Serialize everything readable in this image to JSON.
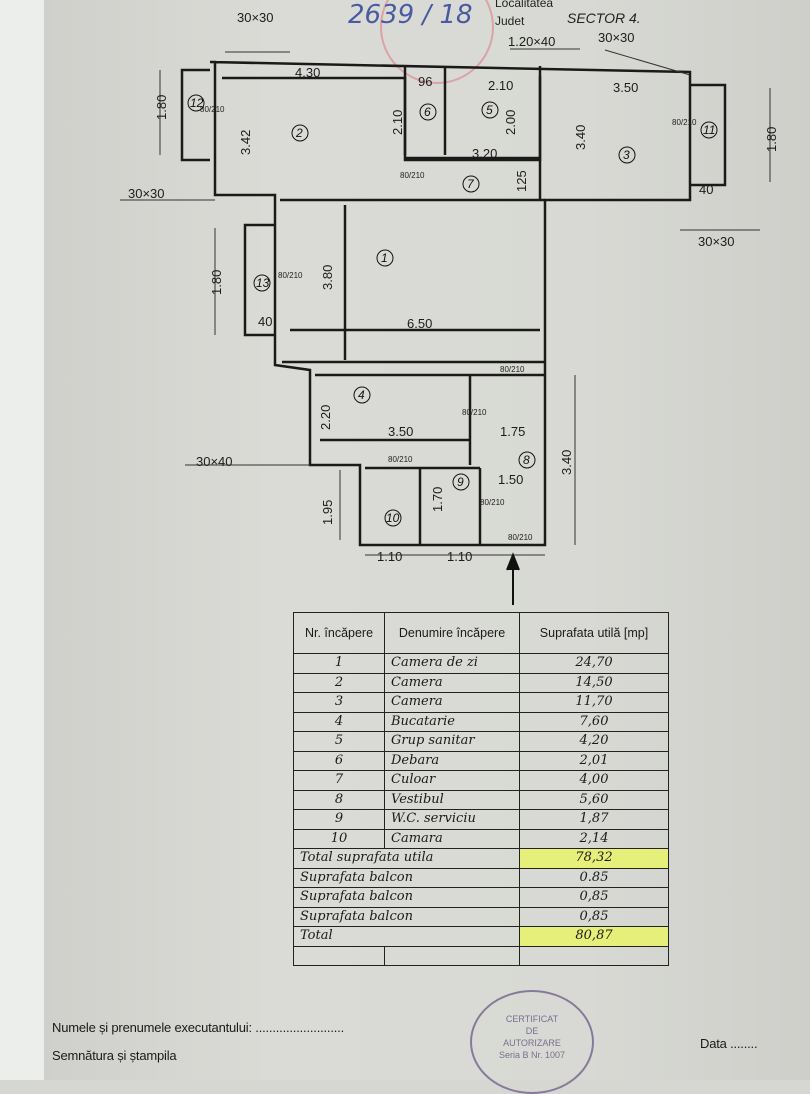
{
  "header": {
    "localitatea_label": "Localitatea",
    "judet_label": "Judet",
    "judet_value": "SECTOR 4.",
    "registration_no": "2639 / 18"
  },
  "plan": {
    "dims": [
      "30×30",
      "1.20×40",
      "30×30",
      "4.30",
      "3.42",
      "2.10",
      "96",
      "2.10",
      "2.00",
      "3.20",
      "3.50",
      "3.40",
      "1.80",
      "1.80",
      "30×30",
      "30×30",
      "40",
      "125",
      "1.80",
      "3.80",
      "6.50",
      "40",
      "2.20",
      "3.50",
      "1.75",
      "3.40",
      "30×40",
      "1.50",
      "1.95",
      "1.70",
      "1.10",
      "1.10"
    ],
    "rooms": [
      "1",
      "2",
      "3",
      "4",
      "5",
      "6",
      "7",
      "8",
      "9",
      "10",
      "11",
      "12",
      "13"
    ],
    "door_label": "80/210"
  },
  "table": {
    "headers": [
      "Nr. încăpere",
      "Denumire încăpere",
      "Suprafata utilă [mp]"
    ],
    "rows": [
      {
        "nr": "1",
        "name": "Camera de zi",
        "area": "24,70"
      },
      {
        "nr": "2",
        "name": "Camera",
        "area": "14,50"
      },
      {
        "nr": "3",
        "name": "Camera",
        "area": "11,70"
      },
      {
        "nr": "4",
        "name": "Bucatarie",
        "area": "7,60"
      },
      {
        "nr": "5",
        "name": "Grup sanitar",
        "area": "4,20"
      },
      {
        "nr": "6",
        "name": "Debara",
        "area": "2,01"
      },
      {
        "nr": "7",
        "name": "Culoar",
        "area": "4,00"
      },
      {
        "nr": "8",
        "name": "Vestibul",
        "area": "5,60"
      },
      {
        "nr": "9",
        "name": "W.C. serviciu",
        "area": "1,87"
      },
      {
        "nr": "10",
        "name": "Camara",
        "area": "2,14"
      }
    ],
    "summary": [
      {
        "label": "Total suprafata utila",
        "area": "78,32",
        "highlight": true
      },
      {
        "label": "Suprafata balcon",
        "area": "0.85"
      },
      {
        "label": "Suprafata balcon",
        "area": "0,85"
      },
      {
        "label": "Suprafata balcon",
        "area": "0,85"
      },
      {
        "label": "Total",
        "area": "80,87",
        "highlight": true
      }
    ],
    "highlight_color": "#e6ef7a"
  },
  "stamp": {
    "text": [
      "CERTIFICAT",
      "DE",
      "AUTORIZARE",
      "Seria B Nr. 1007"
    ]
  },
  "footer": {
    "executant": "Numele și prenumele executantului: ..........................",
    "signature": "Semnătura și ștampila",
    "date": "Data ........"
  }
}
